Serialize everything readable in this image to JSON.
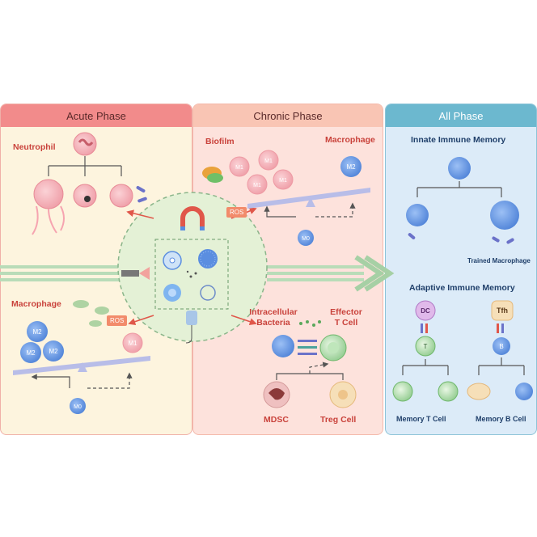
{
  "panels": {
    "acute": {
      "title": "Acute Phase",
      "neutrophil_label": "Neutrophil",
      "macrophage_label": "Macrophage",
      "ros_label": "ROS",
      "m2_label": "M2",
      "m1_label": "M1",
      "m0_label": "M0",
      "colors": {
        "header": "#f28b8b",
        "body": "#fdf4de"
      }
    },
    "chronic": {
      "title": "Chronic Phase",
      "biofilm_label": "Biofilm",
      "macrophage_label": "Macrophage",
      "ros_label": "ROS",
      "m1_label": "M1",
      "m2_label": "M2",
      "m0_label": "M0",
      "intracellular_bacteria_label": "Intracellular Bacteria",
      "effector_t_cell_label": "Effector T Cell",
      "mdsc_label": "MDSC",
      "treg_cell_label": "Treg Cell",
      "colors": {
        "header": "#f9b7a2",
        "body": "#fde2dc"
      }
    },
    "all": {
      "title": "All Phase",
      "innate_label": "Innate Immune Memory",
      "trained_macrophage_label": "Trained Macrophage",
      "adaptive_label": "Adaptive Immune Memory",
      "dc_label": "DC",
      "t_label": "T",
      "tfh_label": "Tfh",
      "b_label": "B",
      "memory_t_cell_label": "Memory T Cell",
      "memory_b_cell_label": "Memory B Cell",
      "colors": {
        "header": "#6cb8cf",
        "body": "#dcebf8"
      }
    }
  },
  "accent_colors": {
    "cell_blue": "#5b8ee0",
    "m1_pink": "#f3a7b0",
    "balance_bar": "#b8bde8",
    "center_circle": "#e4f1d6",
    "arrow_red": "#e0574a",
    "arrow_green": "#9cc9a2"
  }
}
